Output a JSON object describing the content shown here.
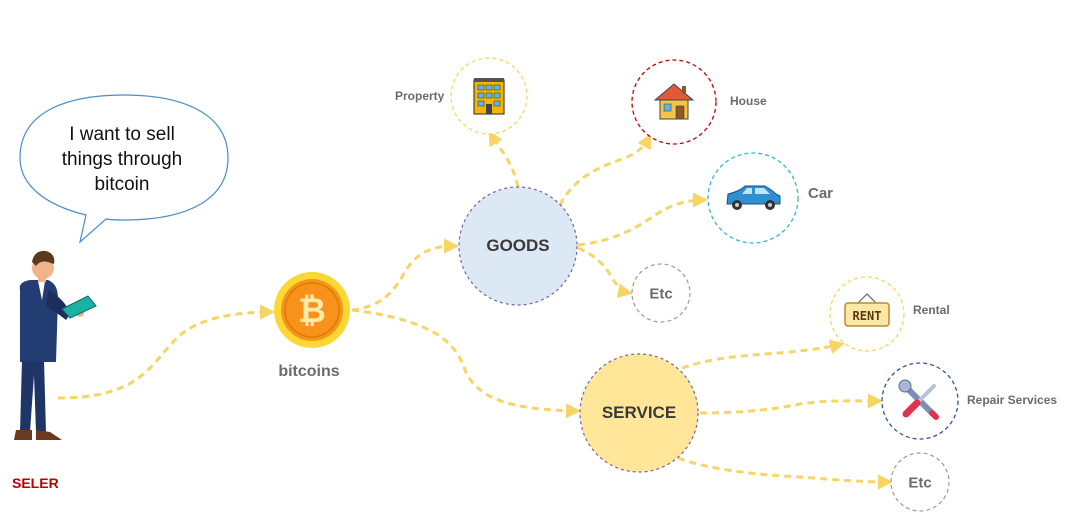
{
  "speech_bubble": {
    "text": "I want to sell things through bitcoin"
  },
  "seller": {
    "label": "SELER"
  },
  "bitcoin": {
    "label": "bitcoins"
  },
  "goods": {
    "label": "GOODS",
    "items": {
      "property": "Property",
      "house": "House",
      "car": "Car",
      "etc": "Etc"
    }
  },
  "service": {
    "label": "SERVICE",
    "items": {
      "rental": "Rental",
      "rent_sign": "RENT",
      "repair": "Repair Services",
      "etc": "Etc"
    }
  },
  "colors": {
    "link": "#f7d565",
    "goods_fill": "#dde8f5",
    "service_fill": "#ffe699",
    "bitcoin_orange": "#f7931a",
    "bitcoin_ring": "#fdd835",
    "seller_label": "#c00000"
  },
  "icons": [
    "person-icon",
    "tablet-icon",
    "bitcoin-icon",
    "building-icon",
    "house-icon",
    "car-icon",
    "rent-sign-icon",
    "tools-icon"
  ]
}
